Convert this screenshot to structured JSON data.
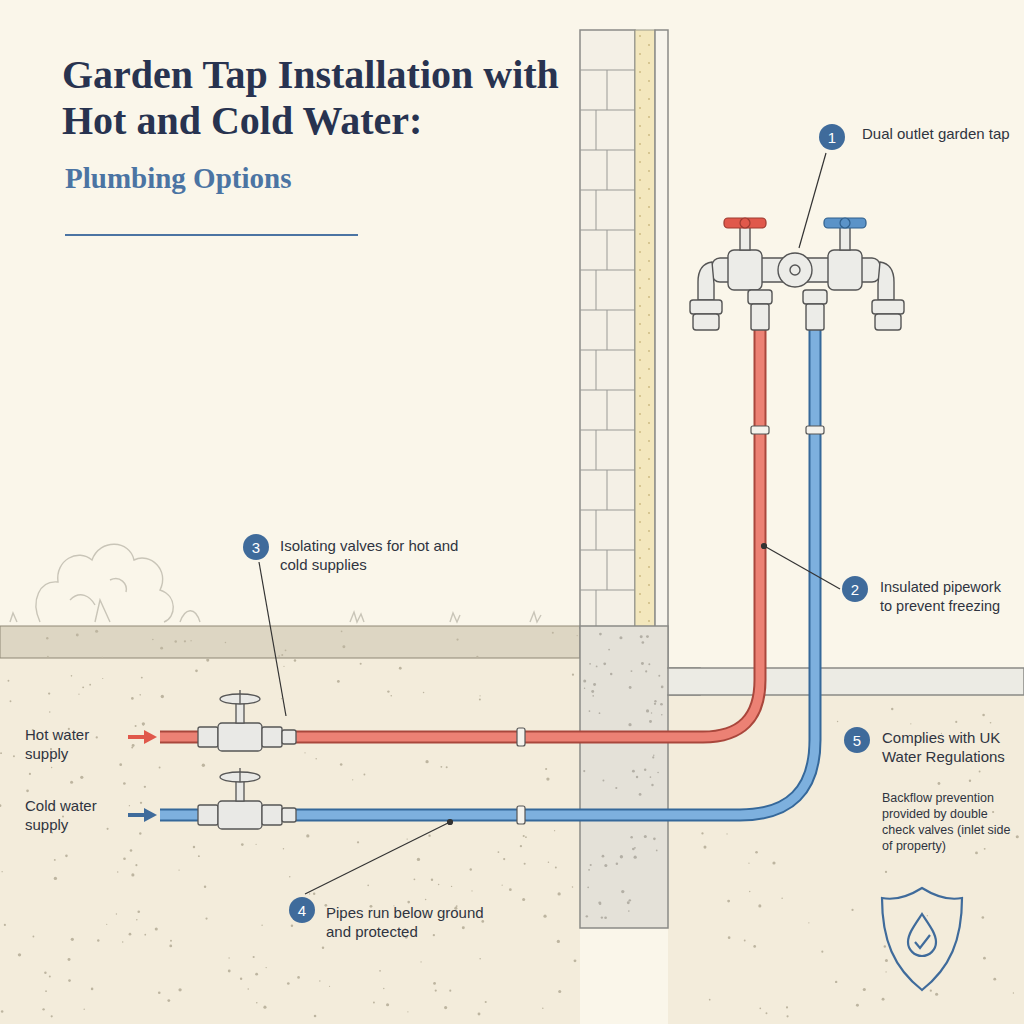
{
  "diagram": {
    "title": "Garden Tap Installation with Hot and Cold Water:",
    "labels": [
      "Plumbing Options",
      "1",
      "Dual outlet garden tap",
      "2",
      "Insulated pipework to prevent freezing",
      "3",
      "Isolating valves for hot and cold supplies",
      "4",
      "Pipes run below ground and protected",
      "5",
      "Complies with UK Water Regulations",
      "Backflow prevention provided by double check valves (inlet side of property)",
      "Hot water supply",
      "Cold water supply"
    ]
  }
}
